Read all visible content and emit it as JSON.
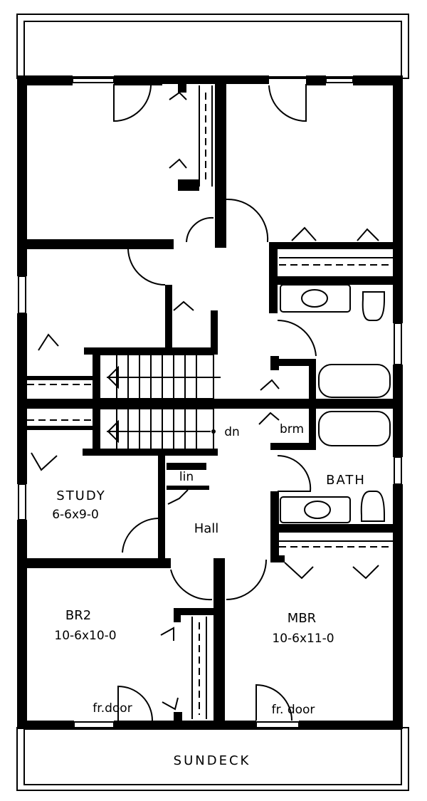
{
  "colors": {
    "ink": "#000000",
    "paper": "#ffffff"
  },
  "labels": {
    "study_name": "STUDY",
    "study_size": "6-6x9-0",
    "lin": "lin",
    "hall": "Hall",
    "dn": "dn",
    "brm": "brm",
    "bath": "BATH",
    "br2_name": "BR2",
    "br2_size": "10-6x10-0",
    "mbr_name": "MBR",
    "mbr_size": "10-6x11-0",
    "fr_door_left": "fr.door",
    "fr_door_right": "fr. door",
    "sundeck": "SUNDECK"
  }
}
